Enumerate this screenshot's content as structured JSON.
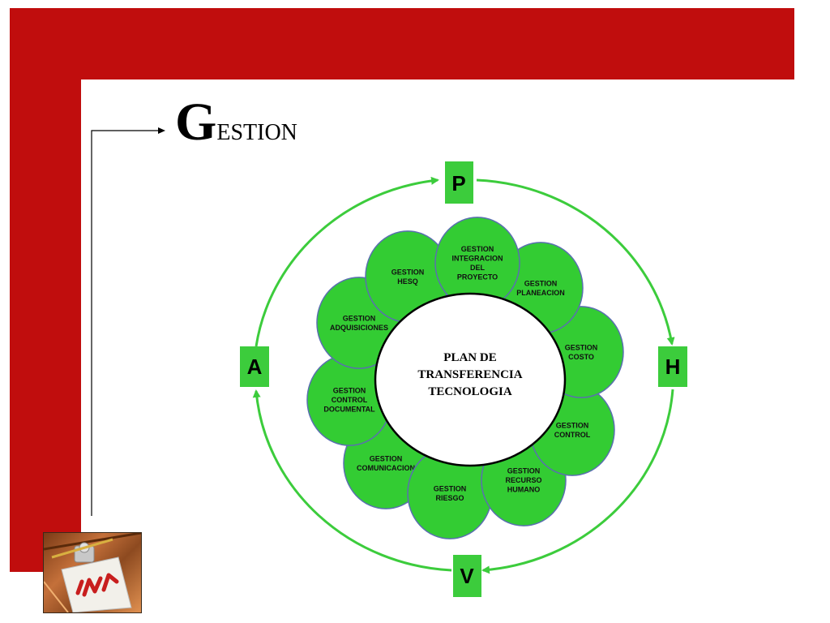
{
  "title": {
    "initial": "G",
    "rest": "ESTION"
  },
  "center": {
    "lines": [
      "PLAN DE",
      "TRANSFERENCIA",
      "TECNOLOGIA"
    ]
  },
  "phases": {
    "top": "P",
    "right": "H",
    "bottom": "V",
    "left": "A"
  },
  "petals": [
    {
      "id": "integracion",
      "lines": [
        "GESTION",
        "INTEGRACION",
        "DEL",
        "PROYECTO"
      ]
    },
    {
      "id": "planeacion",
      "lines": [
        "GESTION",
        "PLANEACION"
      ]
    },
    {
      "id": "costo",
      "lines": [
        "GESTION",
        "COSTO"
      ]
    },
    {
      "id": "control",
      "lines": [
        "GESTION",
        "CONTROL"
      ]
    },
    {
      "id": "recurso-humano",
      "lines": [
        "GESTION",
        "RECURSO",
        "HUMANO"
      ]
    },
    {
      "id": "riesgo",
      "lines": [
        "GESTION",
        "RIESGO"
      ]
    },
    {
      "id": "comunicacion",
      "lines": [
        "GESTION",
        "COMUNICACION"
      ]
    },
    {
      "id": "control-documental",
      "lines": [
        "GESTION",
        "CONTROL",
        "DOCUMENTAL"
      ]
    },
    {
      "id": "adquisiciones",
      "lines": [
        "GESTION",
        "ADQUISICIONES"
      ]
    },
    {
      "id": "hesq",
      "lines": [
        "GESTION",
        "HESQ"
      ]
    }
  ],
  "colors": {
    "red": "#c00d0d",
    "green": "#3ccc3c",
    "petal": "#33cc33",
    "petal_border": "#5a6fb0"
  }
}
